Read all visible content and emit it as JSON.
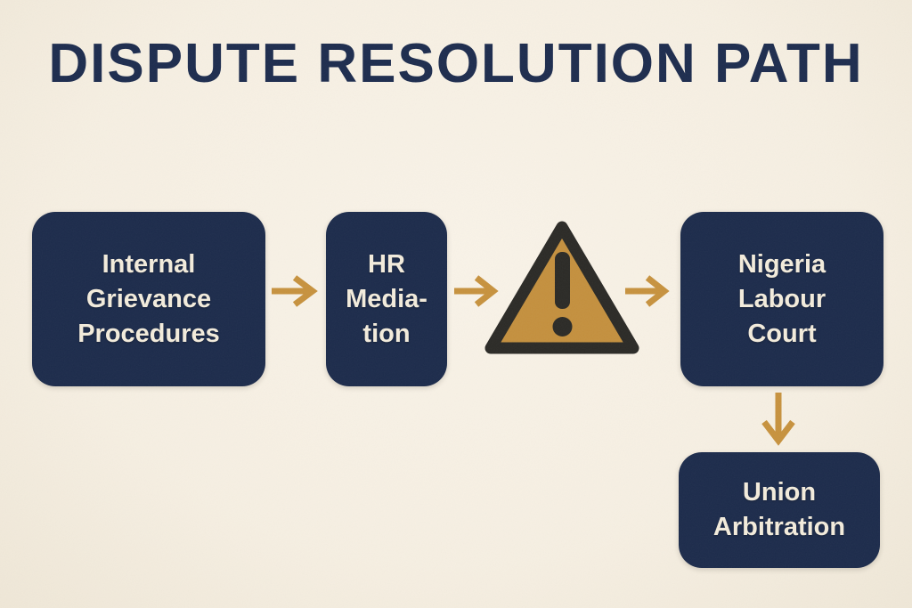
{
  "title": "DISPUTE RESOLUTION PATH",
  "palette": {
    "background": "#f6efe2",
    "node_fill": "#1c2b4b",
    "node_text": "#f3ecdc",
    "title_text": "#1d2c4e",
    "arrow_gold": "#c7923e",
    "triangle_fill": "#c4903e",
    "triangle_outline": "#2b2a26"
  },
  "flow": {
    "nodes": [
      {
        "id": "internal-grievance",
        "type": "box",
        "lines": [
          "Internal",
          "Grievance",
          "Procedures"
        ]
      },
      {
        "id": "hr-mediation",
        "type": "box",
        "lines": [
          "HR",
          "Media-",
          "tion"
        ]
      },
      {
        "id": "dispute-warning",
        "type": "icon",
        "icon": "warning-triangle-icon",
        "glyph": "!"
      },
      {
        "id": "nigeria-labour-court",
        "type": "box",
        "lines": [
          "Nigeria",
          "Labour",
          "Court"
        ]
      },
      {
        "id": "union-arbitration",
        "type": "box",
        "lines": [
          "Union",
          "Arbitration"
        ]
      }
    ],
    "connectors": [
      {
        "from": "internal-grievance",
        "to": "hr-mediation",
        "direction": "right"
      },
      {
        "from": "hr-mediation",
        "to": "dispute-warning",
        "direction": "right"
      },
      {
        "from": "dispute-warning",
        "to": "nigeria-labour-court",
        "direction": "right"
      },
      {
        "from": "nigeria-labour-court",
        "to": "union-arbitration",
        "direction": "down"
      }
    ]
  }
}
